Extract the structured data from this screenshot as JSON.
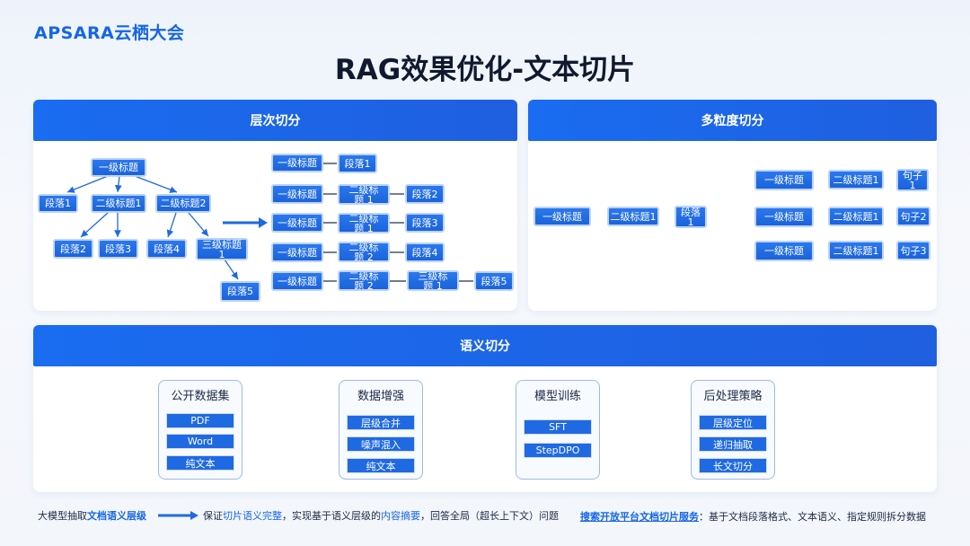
{
  "logo": "APSARA云栖大会",
  "title": "RAG效果优化-文本切片",
  "hierarchical": {
    "header": "层次切分",
    "tree": {
      "root": "一级标题",
      "para1": "段落1",
      "h2_1": "二级标题1",
      "h2_2": "二级标题2",
      "para2": "段落2",
      "para3": "段落3",
      "para4": "段落4",
      "h3_1": "三级标题 1",
      "para5": "段落5"
    },
    "paths": [
      [
        "一级标题",
        "段落1"
      ],
      [
        "一级标题",
        "二级标题 1",
        "段落2"
      ],
      [
        "一级标题",
        "二级标题 1",
        "段落3"
      ],
      [
        "一级标题",
        "二级标题 2",
        "段落4"
      ],
      [
        "一级标题",
        "二级标题 2",
        "三级标题 1",
        "段落5"
      ]
    ]
  },
  "multigranular": {
    "header": "多粒度切分",
    "source": [
      "一级标题",
      "二级标题1",
      "段落 1"
    ],
    "outputs": [
      [
        "一级标题",
        "二级标题1",
        "句子 1"
      ],
      [
        "一级标题",
        "二级标题1",
        "句子2"
      ],
      [
        "一级标题",
        "二级标题1",
        "句子3"
      ]
    ]
  },
  "semantic": {
    "header": "语义切分",
    "stages": [
      {
        "title": "公开数据集",
        "items": [
          "PDF",
          "Word",
          "纯文本"
        ]
      },
      {
        "title": "数据增强",
        "items": [
          "层级合并",
          "噪声混入",
          "纯文本"
        ]
      },
      {
        "title": "模型训练",
        "items": [
          "SFT",
          "StepDPO"
        ]
      },
      {
        "title": "后处理策略",
        "items": [
          "层级定位",
          "递归抽取",
          "长文切分"
        ]
      }
    ]
  },
  "footer": {
    "left_pre": "大模型抽取",
    "left_bold": "文档语义层级",
    "mid_pre": "保证",
    "mid_hl1": "切片语义完整",
    "mid_mid": "，实现基于语义层级的",
    "mid_hl2": "内容摘要",
    "mid_post": "，回答全局（超长上下文）问题",
    "right_bold": "搜索开放平台文档切片服务",
    "right_post": "：基于文档段落格式、文本语义、指定规则拆分数据"
  },
  "colors": {
    "accent": "#1a6cf0",
    "node": "#1f6ae2",
    "text": "#1b2a44"
  }
}
